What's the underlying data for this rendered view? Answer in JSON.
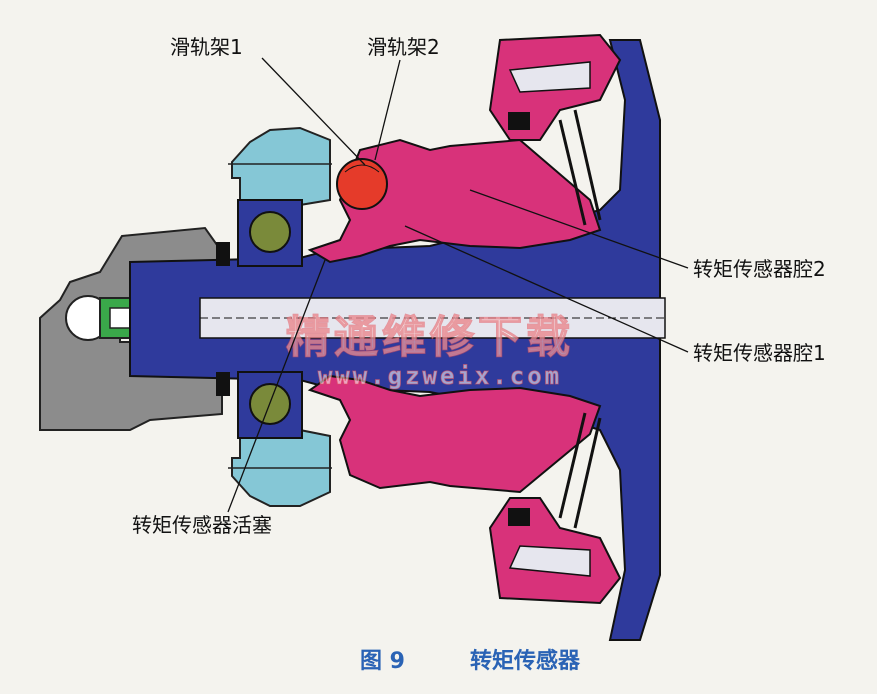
{
  "labels": {
    "slide_1": "滑轨架1",
    "slide_2": "滑轨架2",
    "cavity_2": "转矩传感器腔2",
    "cavity_1": "转矩传感器腔1",
    "piston": "转矩传感器活塞"
  },
  "caption": {
    "figure_no": "图 9",
    "title": "转矩传感器"
  },
  "watermark": {
    "site_cn": "精通维修下载",
    "site_url": "www.gzweix.com"
  },
  "colors": {
    "blue": "#2f3a9c",
    "pink": "#d8327a",
    "light_blue": "#85c7d6",
    "gray": "#8c8c8c",
    "olive": "#7a8a3a",
    "green": "#3aa84a",
    "red": "#e53b2a",
    "caption": "#2a63b5"
  }
}
